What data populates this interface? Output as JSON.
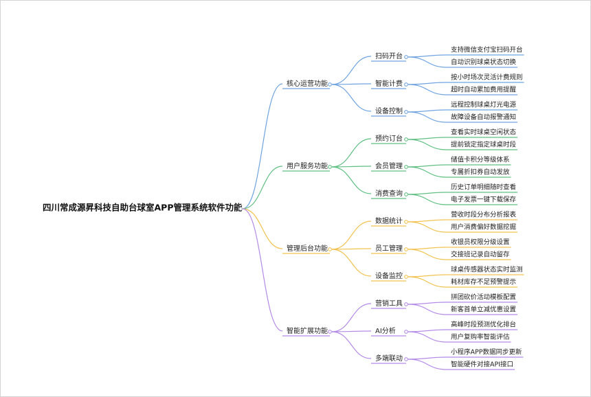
{
  "mindmap": {
    "root": "四川常成源昇科技自助台球室APP管理系统软件功能",
    "colors": {
      "core": "#6fa3e0",
      "service": "#5fbf82",
      "admin": "#f2c24f",
      "extend": "#b48ae6"
    },
    "branches": [
      {
        "label": "核心运营功能",
        "color_key": "core",
        "children": [
          {
            "label": "扫码开台",
            "leaves": [
              "支持微信支付宝扫码开台",
              "自动识别球桌状态切换"
            ]
          },
          {
            "label": "智能计费",
            "leaves": [
              "按小时场次灵活计费规则",
              "超时自动累加费用提醒"
            ]
          },
          {
            "label": "设备控制",
            "leaves": [
              "远程控制球桌灯光电源",
              "故障设备自动报警通知"
            ]
          }
        ]
      },
      {
        "label": "用户服务功能",
        "color_key": "service",
        "children": [
          {
            "label": "预约订台",
            "leaves": [
              "查看实时球桌空闲状态",
              "提前锁定指定球桌时段"
            ]
          },
          {
            "label": "会员管理",
            "leaves": [
              "储值卡积分等级体系",
              "专属折扣券自动发放"
            ]
          },
          {
            "label": "消费查询",
            "leaves": [
              "历史订单明细随时查看",
              "电子发票一键下载保存"
            ]
          }
        ]
      },
      {
        "label": "管理后台功能",
        "color_key": "admin",
        "children": [
          {
            "label": "数据统计",
            "leaves": [
              "营收时段分布分析报表",
              "用户消费偏好数据挖掘"
            ]
          },
          {
            "label": "员工管理",
            "leaves": [
              "收银员权限分级设置",
              "交接班记录自动留存"
            ]
          },
          {
            "label": "设备监控",
            "leaves": [
              "球桌传感器状态实时监测",
              "耗材库存不足预警提示"
            ]
          }
        ]
      },
      {
        "label": "智能扩展功能",
        "color_key": "extend",
        "children": [
          {
            "label": "营销工具",
            "leaves": [
              "拼团砍价活动模板配置",
              "新客首单立减优惠设置"
            ]
          },
          {
            "label": "AI分析",
            "leaves": [
              "高峰时段预测优化排台",
              "用户复购率智能评估"
            ]
          },
          {
            "label": "多端联动",
            "leaves": [
              "小程序APP数据同步更新",
              "智能硬件对接API接口"
            ]
          }
        ]
      }
    ]
  }
}
